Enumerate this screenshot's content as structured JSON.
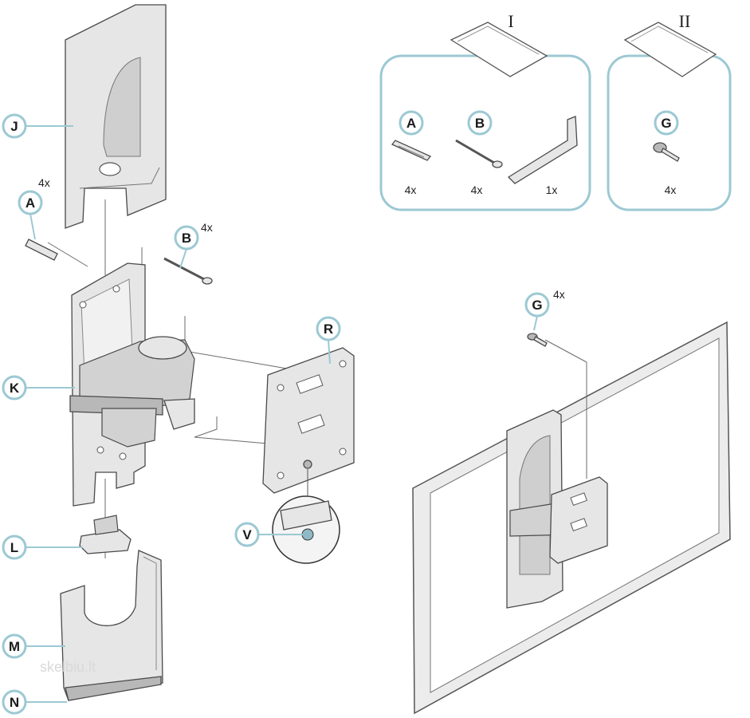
{
  "callouts": {
    "J": "J",
    "K": "K",
    "L": "L",
    "M": "M",
    "N": "N",
    "A": "A",
    "B": "B",
    "R": "R",
    "V": "V",
    "G": "G"
  },
  "quantities": {
    "A_main": "4x",
    "B_main": "4x",
    "G_main": "4x"
  },
  "kit_I": {
    "title": "I",
    "items": [
      {
        "label": "A",
        "qty": "4x"
      },
      {
        "label": "B",
        "qty": "4x"
      },
      {
        "label": "",
        "qty": "1x"
      }
    ]
  },
  "kit_II": {
    "title": "II",
    "items": [
      {
        "label": "G",
        "qty": "4x"
      }
    ]
  },
  "watermark": "skelbiu.lt"
}
